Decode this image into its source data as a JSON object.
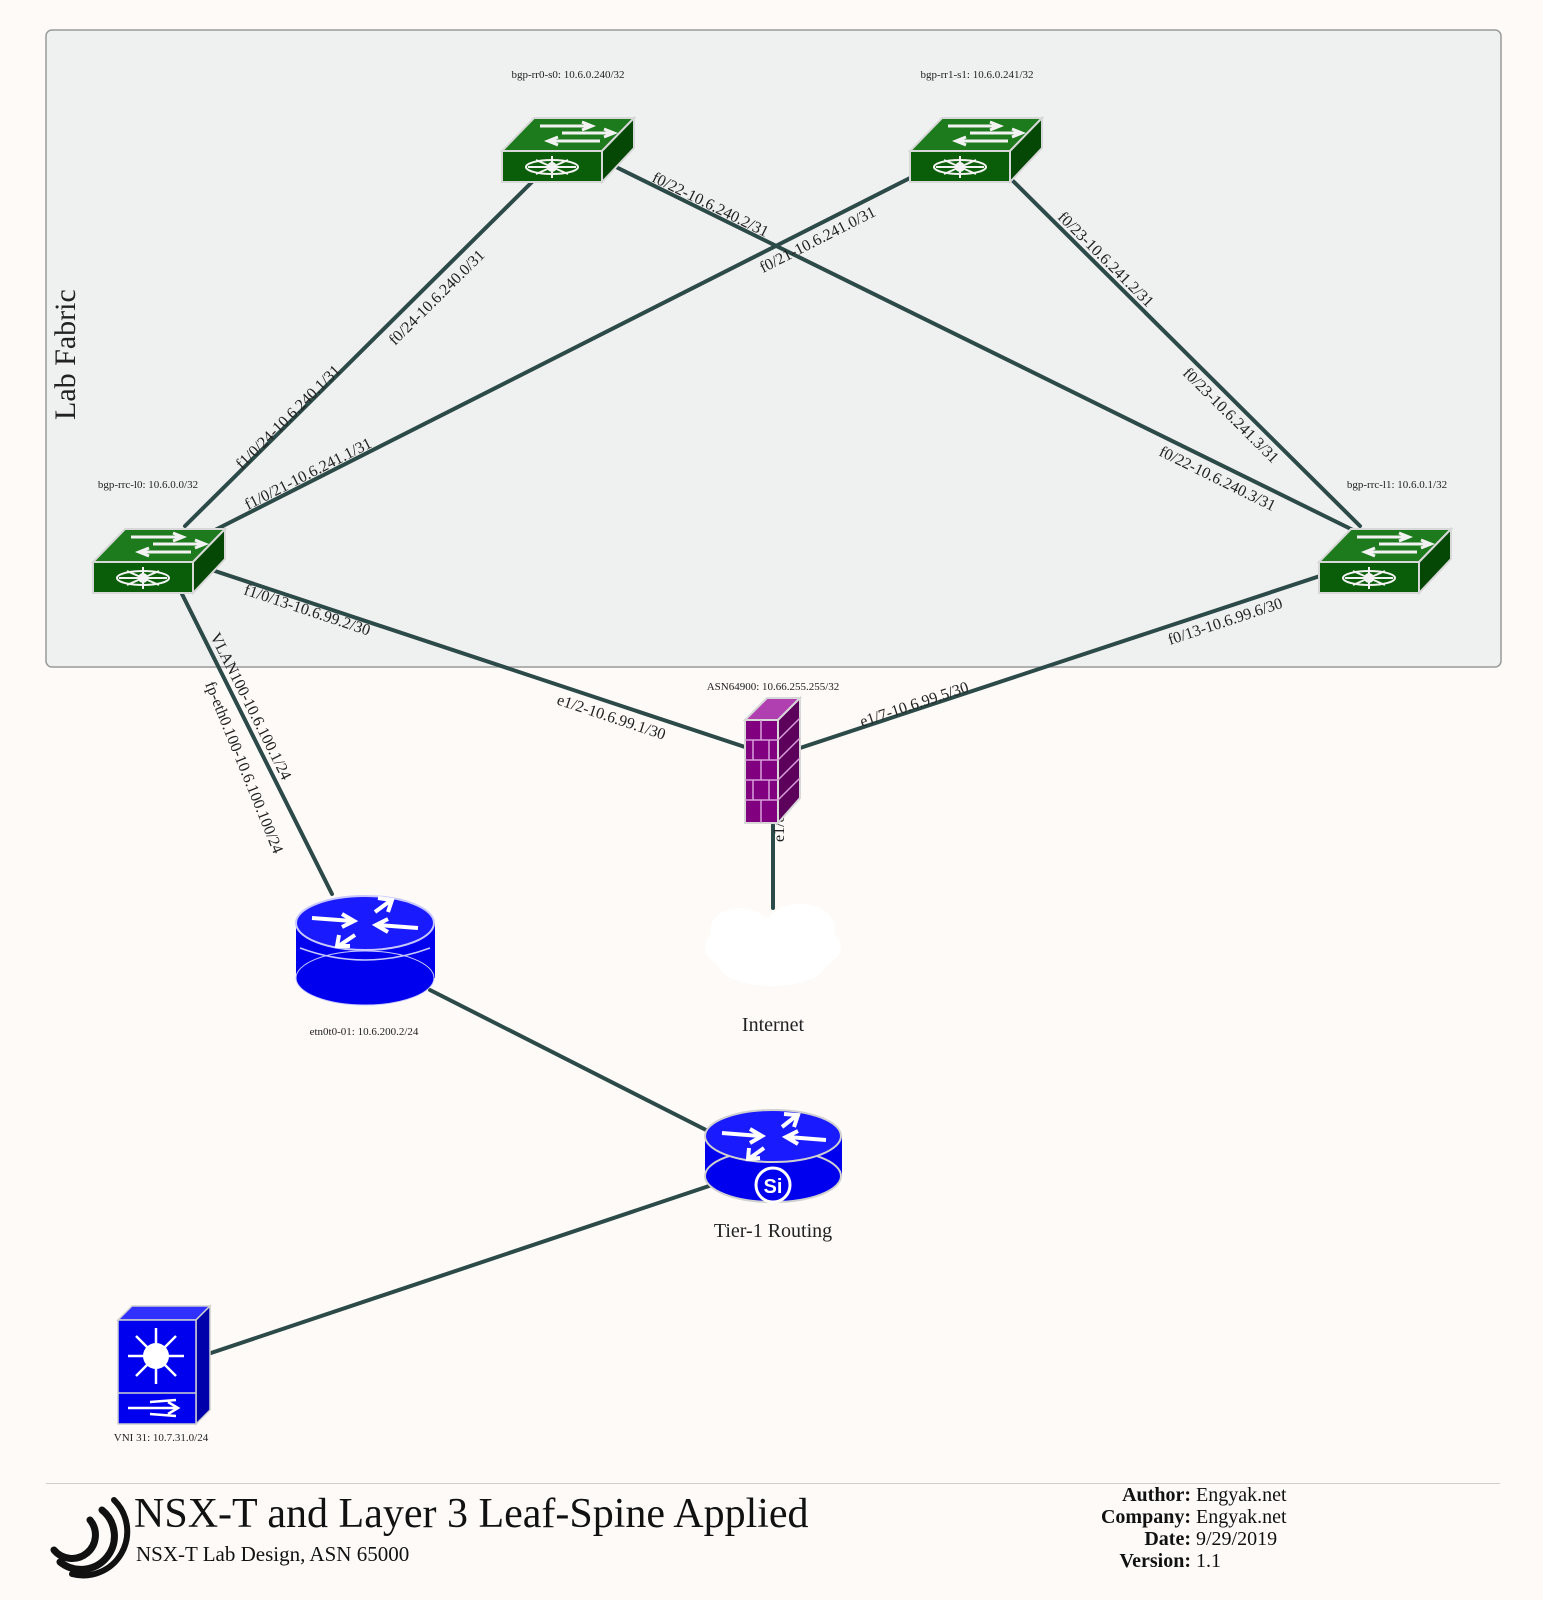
{
  "fabric": {
    "title": "Lab Fabric"
  },
  "nodes": {
    "rr0": {
      "label": "bgp-rr0-s0: 10.6.0.240/32",
      "icon": "layer3-switch-icon"
    },
    "rr1": {
      "label": "bgp-rr1-s1: 10.6.0.241/32",
      "icon": "layer3-switch-icon"
    },
    "rrc_l0": {
      "label": "bgp-rrc-l0: 10.6.0.0/32",
      "icon": "layer3-switch-icon"
    },
    "rrc_l1": {
      "label": "bgp-rrc-l1: 10.6.0.1/32",
      "icon": "layer3-switch-icon"
    },
    "firewall": {
      "label": "ASN64900: 10.66.255.255/32",
      "icon": "firewall-icon"
    },
    "internet": {
      "label": "Internet",
      "icon": "cloud-icon"
    },
    "edge_router": {
      "label": "etn0t0-01: 10.6.200.2/24",
      "icon": "router-icon"
    },
    "tier1": {
      "label": "Tier-1 Routing",
      "icon": "si-router-icon"
    },
    "vni": {
      "label": "VNI 31: 10.7.31.0/24",
      "icon": "multilayer-switch-icon"
    }
  },
  "links": {
    "l0_rr0_a": "f1/0/24-10.6.240.1/31",
    "l0_rr0_b": "f0/24-10.6.240.0/31",
    "rr0_l1_a": "f0/22-10.6.240.2/31",
    "rr0_l1_b": "f0/22-10.6.240.3/31",
    "l0_rr1_a": "f1/0/21-10.6.241.1/31",
    "l0_rr1_b": "f0/21-10.6.241.0/31",
    "rr1_l1_a": "f0/23-10.6.241.2/31",
    "rr1_l1_b": "f0/23-10.6.241.3/31",
    "l0_fw_a": "f1/0/13-10.6.99.2/30",
    "l0_fw_b": "e1/2-10.6.99.1/30",
    "l1_fw_a": "f0/13-10.6.99.6/30",
    "l1_fw_b": "e1/7-10.6.99.5/30",
    "fw_inet": "e1/8",
    "l0_edge_a": "VLAN100-10.6.100.1/24",
    "l0_edge_b": "fp-eth0.100-10.6.100.100/24"
  },
  "colors": {
    "fabric_fill": "#eff0f0",
    "switch_green": "#0a5e0a",
    "firewall_purple": "#800080",
    "router_blue": "#0000ee",
    "link": "#2c4a48"
  },
  "titleblock": {
    "title": "NSX-T and Layer 3 Leaf-Spine Applied",
    "subtitle": "NSX-T Lab Design, ASN 65000",
    "author_key": "Author:",
    "author_val": "Engyak.net",
    "company_key": "Company:",
    "company_val": "Engyak.net",
    "date_key": "Date:",
    "date_val": "9/29/2019",
    "version_key": "Version:",
    "version_val": "1.1"
  }
}
